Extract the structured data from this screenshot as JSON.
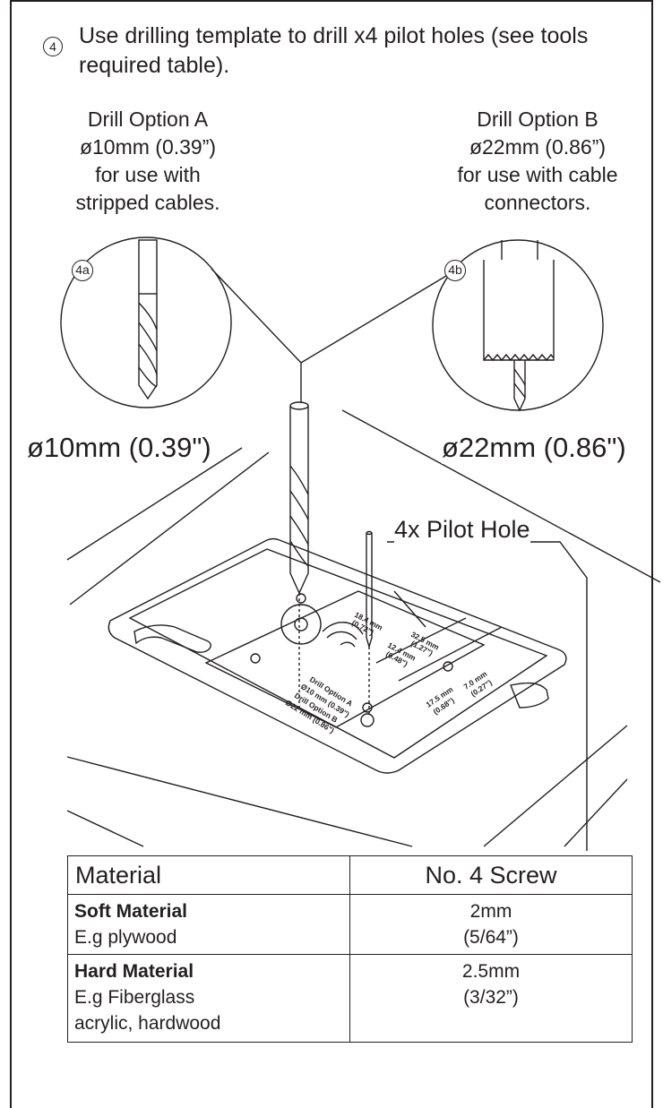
{
  "step": {
    "number": "4",
    "instruction": "Use drilling template to drill x4 pilot holes (see tools required table)."
  },
  "options": [
    {
      "title": "Drill Option A",
      "size": "ø10mm (0.39”)",
      "line3": "for use with",
      "line4": "stripped cables.",
      "callout": "4a",
      "label": "ø10mm (0.39\")"
    },
    {
      "title": "Drill Option B",
      "size": "ø22mm (0.86”)",
      "line3": "for use with cable",
      "line4": "connectors.",
      "callout": "4b",
      "label": "ø22mm (0.86\")"
    }
  ],
  "pilot_label": "4x Pilot Hole",
  "template_labels": {
    "a": "Drill Option A",
    "a_size": "Ø10 mm (0.39\")",
    "b": "Drill Option B",
    "b_size": "Ø22 mm (0.86\")",
    "d1": "18.4 mm",
    "d1b": "(0.72\")",
    "d2": "32.5 mm",
    "d2b": "(1.27\")",
    "d3": "12.4 mm",
    "d3b": "(0.48\")",
    "d4": "7.0 mm",
    "d4b": "(0.27\")",
    "d5": "17.5 mm",
    "d5b": "(0.68\")"
  },
  "table": {
    "header": [
      "Material",
      "No. 4 Screw"
    ],
    "rows": [
      {
        "name": "Soft Material",
        "desc1": "E.g plywood",
        "desc2": "",
        "value1": "2mm",
        "value2": "(5/64”)"
      },
      {
        "name": "Hard Material",
        "desc1": "E.g Fiberglass",
        "desc2": "acrylic, hardwood",
        "value1": "2.5mm",
        "value2": "(3/32”)"
      }
    ]
  }
}
